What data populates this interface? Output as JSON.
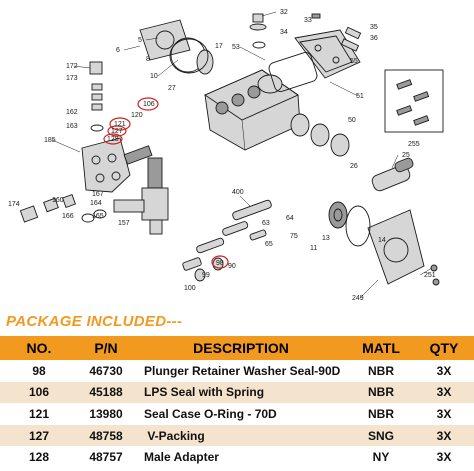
{
  "diagram": {
    "callouts": [
      "5",
      "6",
      "8",
      "10",
      "11",
      "13",
      "14",
      "17",
      "25",
      "26",
      "27",
      "32",
      "33",
      "34",
      "35",
      "36",
      "50",
      "51",
      "53",
      "55",
      "63",
      "64",
      "65",
      "75",
      "90",
      "98",
      "99",
      "100",
      "106",
      "120",
      "121",
      "127",
      "128",
      "157",
      "160",
      "162",
      "163",
      "164",
      "165",
      "166",
      "167",
      "172",
      "173",
      "174",
      "185",
      "249",
      "251",
      "255",
      "400"
    ],
    "circled_callouts": [
      "106",
      "121",
      "127",
      "128",
      "98"
    ],
    "highlight_color": "#d22020"
  },
  "package": {
    "title": "PACKAGE INCLUDED---",
    "accent_color": "#f29a1f",
    "columns": [
      "NO.",
      "P/N",
      "DESCRIPTION",
      "MATL",
      "QTY"
    ],
    "rows": [
      {
        "no": "98",
        "pn": "46730",
        "desc": "Plunger Retainer Washer Seal-90D",
        "matl": "NBR",
        "qty": "3X"
      },
      {
        "no": "106",
        "pn": "45188",
        "desc": "LPS Seal with Spring",
        "matl": "NBR",
        "qty": "3X"
      },
      {
        "no": "121",
        "pn": "13980",
        "desc": "Seal Case O-Ring - 70D",
        "matl": "NBR",
        "qty": "3X"
      },
      {
        "no": "127",
        "pn": "48758",
        "desc": " V-Packing",
        "matl": "SNG",
        "qty": "3X"
      },
      {
        "no": "128",
        "pn": "48757",
        "desc": "Male Adapter",
        "matl": "NY",
        "qty": "3X"
      }
    ]
  }
}
